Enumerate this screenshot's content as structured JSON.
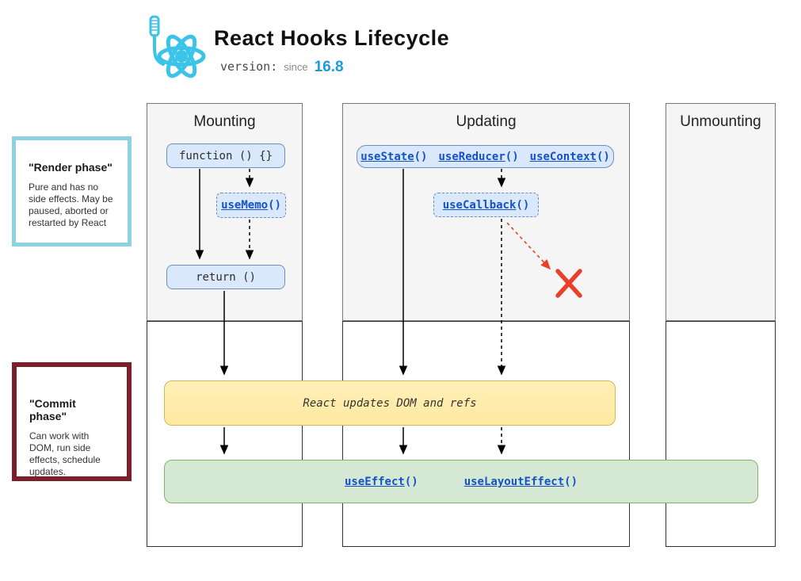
{
  "header": {
    "title": "React Hooks Lifecycle",
    "version_label": "version:",
    "since_label": "since",
    "version_value": "16.8"
  },
  "annotations": {
    "render_phase": {
      "title": "\"Render phase\"",
      "body": "Pure and has no side effects. May be paused, aborted or restarted by React"
    },
    "commit_phase": {
      "title": "\"Commit phase\"",
      "body": "Can work with DOM, run side effects, schedule updates."
    }
  },
  "columns": {
    "mounting": "Mounting",
    "updating": "Updating",
    "unmounting": "Unmounting"
  },
  "nodes": {
    "function_box": "function () {}",
    "return_box": "return ()",
    "use_memo": {
      "name": "useMemo",
      "parens": "()"
    },
    "use_state": {
      "name": "useState",
      "parens": "()"
    },
    "use_reducer": {
      "name": "useReducer",
      "parens": "()"
    },
    "use_context": {
      "name": "useContext",
      "parens": "()"
    },
    "use_callback": {
      "name": "useCallback",
      "parens": "()"
    },
    "dom_update": "React updates DOM and refs",
    "use_effect": {
      "name": "useEffect",
      "parens": "()"
    },
    "use_layout_effect": {
      "name": "useLayoutEffect",
      "parens": "()"
    }
  },
  "colors": {
    "accent_cyan": "#3bc4e8",
    "version_blue": "#1c9bd8",
    "link_blue": "#1552c8",
    "node_fill": "#dae8fc",
    "node_border": "#6c8ebf",
    "yellow_fill": "#ffeca8",
    "yellow_border": "#d6b656",
    "green_fill": "#d5e8d4",
    "green_border": "#82b366",
    "render_phase_border": "#8ed1e1",
    "commit_phase_border": "#7c1f2d",
    "fail_red": "#e8402a"
  }
}
